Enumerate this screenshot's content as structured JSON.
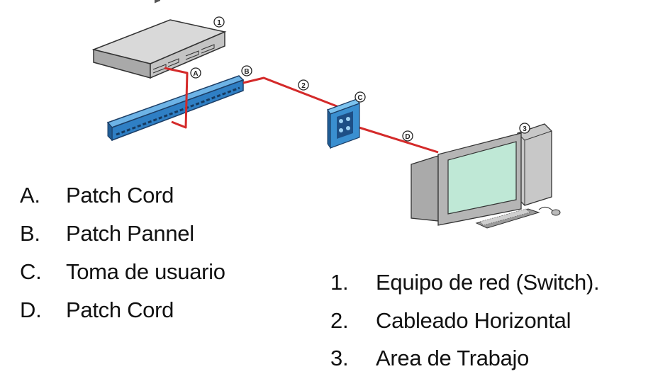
{
  "diagram": {
    "callouts": {
      "switch": "1",
      "horizontal_cable": "2",
      "work_area": "3",
      "patch_cord_a": "A",
      "patch_panel": "B",
      "user_outlet": "C",
      "patch_cord_d": "D"
    },
    "colors": {
      "cable": "#d42a2a",
      "patch_panel": "#2f7fc4",
      "wall_jack": "#3a8fd0",
      "device_gray": "#b8b8b8",
      "screen": "#bfe8d6"
    }
  },
  "legend_letters": [
    {
      "key": "A.",
      "label": "Patch Cord"
    },
    {
      "key": "B.",
      "label": "Patch Pannel"
    },
    {
      "key": "C.",
      "label": "Toma de usuario"
    },
    {
      "key": "D.",
      "label": "Patch Cord"
    }
  ],
  "legend_numbers": [
    {
      "key": "1.",
      "label": "Equipo de red (Switch)."
    },
    {
      "key": "2.",
      "label": "Cableado Horizontal"
    },
    {
      "key": "3.",
      "label": "Area de Trabajo"
    }
  ]
}
